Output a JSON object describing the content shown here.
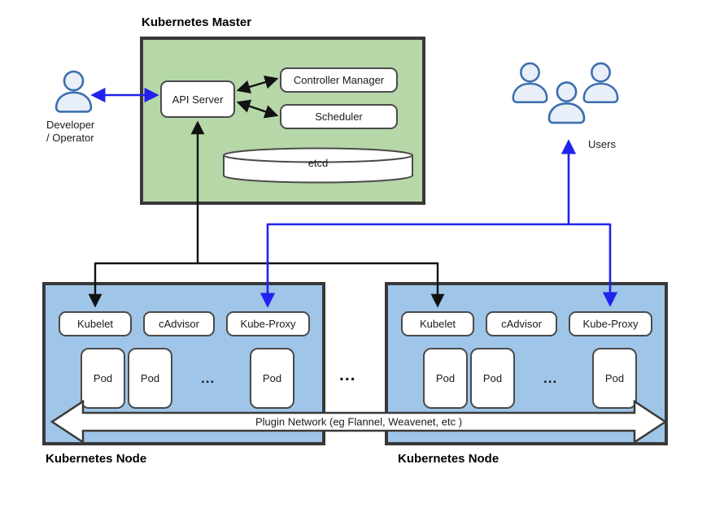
{
  "diagram": {
    "master": {
      "title": "Kubernetes Master",
      "api_server": "API Server",
      "controller_manager": "Controller Manager",
      "scheduler": "Scheduler",
      "etcd": "etcd"
    },
    "developer": {
      "label_line1": "Developer",
      "label_line2": "/ Operator"
    },
    "users": {
      "label": "Users"
    },
    "nodes": [
      {
        "title": "Kubernetes Node",
        "kubelet": "Kubelet",
        "cadvisor": "cAdvisor",
        "kube_proxy": "Kube-Proxy",
        "pods": [
          "Pod",
          "Pod",
          "Pod"
        ],
        "pods_ellipsis": "..."
      },
      {
        "title": "Kubernetes Node",
        "kubelet": "Kubelet",
        "cadvisor": "cAdvisor",
        "kube_proxy": "Kube-Proxy",
        "pods": [
          "Pod",
          "Pod",
          "Pod"
        ],
        "pods_ellipsis": "..."
      }
    ],
    "between_nodes_ellipsis": "...",
    "plugin_network_label": "Plugin Network (eg Flannel, Weavenet, etc )",
    "colors": {
      "master_fill": "#b6d7a8",
      "node_fill": "#9fc5e8",
      "box_border": "#4a4a4a",
      "group_border": "#383838",
      "arrow_black": "#111111",
      "arrow_blue": "#2222ee",
      "person_stroke": "#3c6fae",
      "person_fill": "#e9eff8"
    }
  }
}
